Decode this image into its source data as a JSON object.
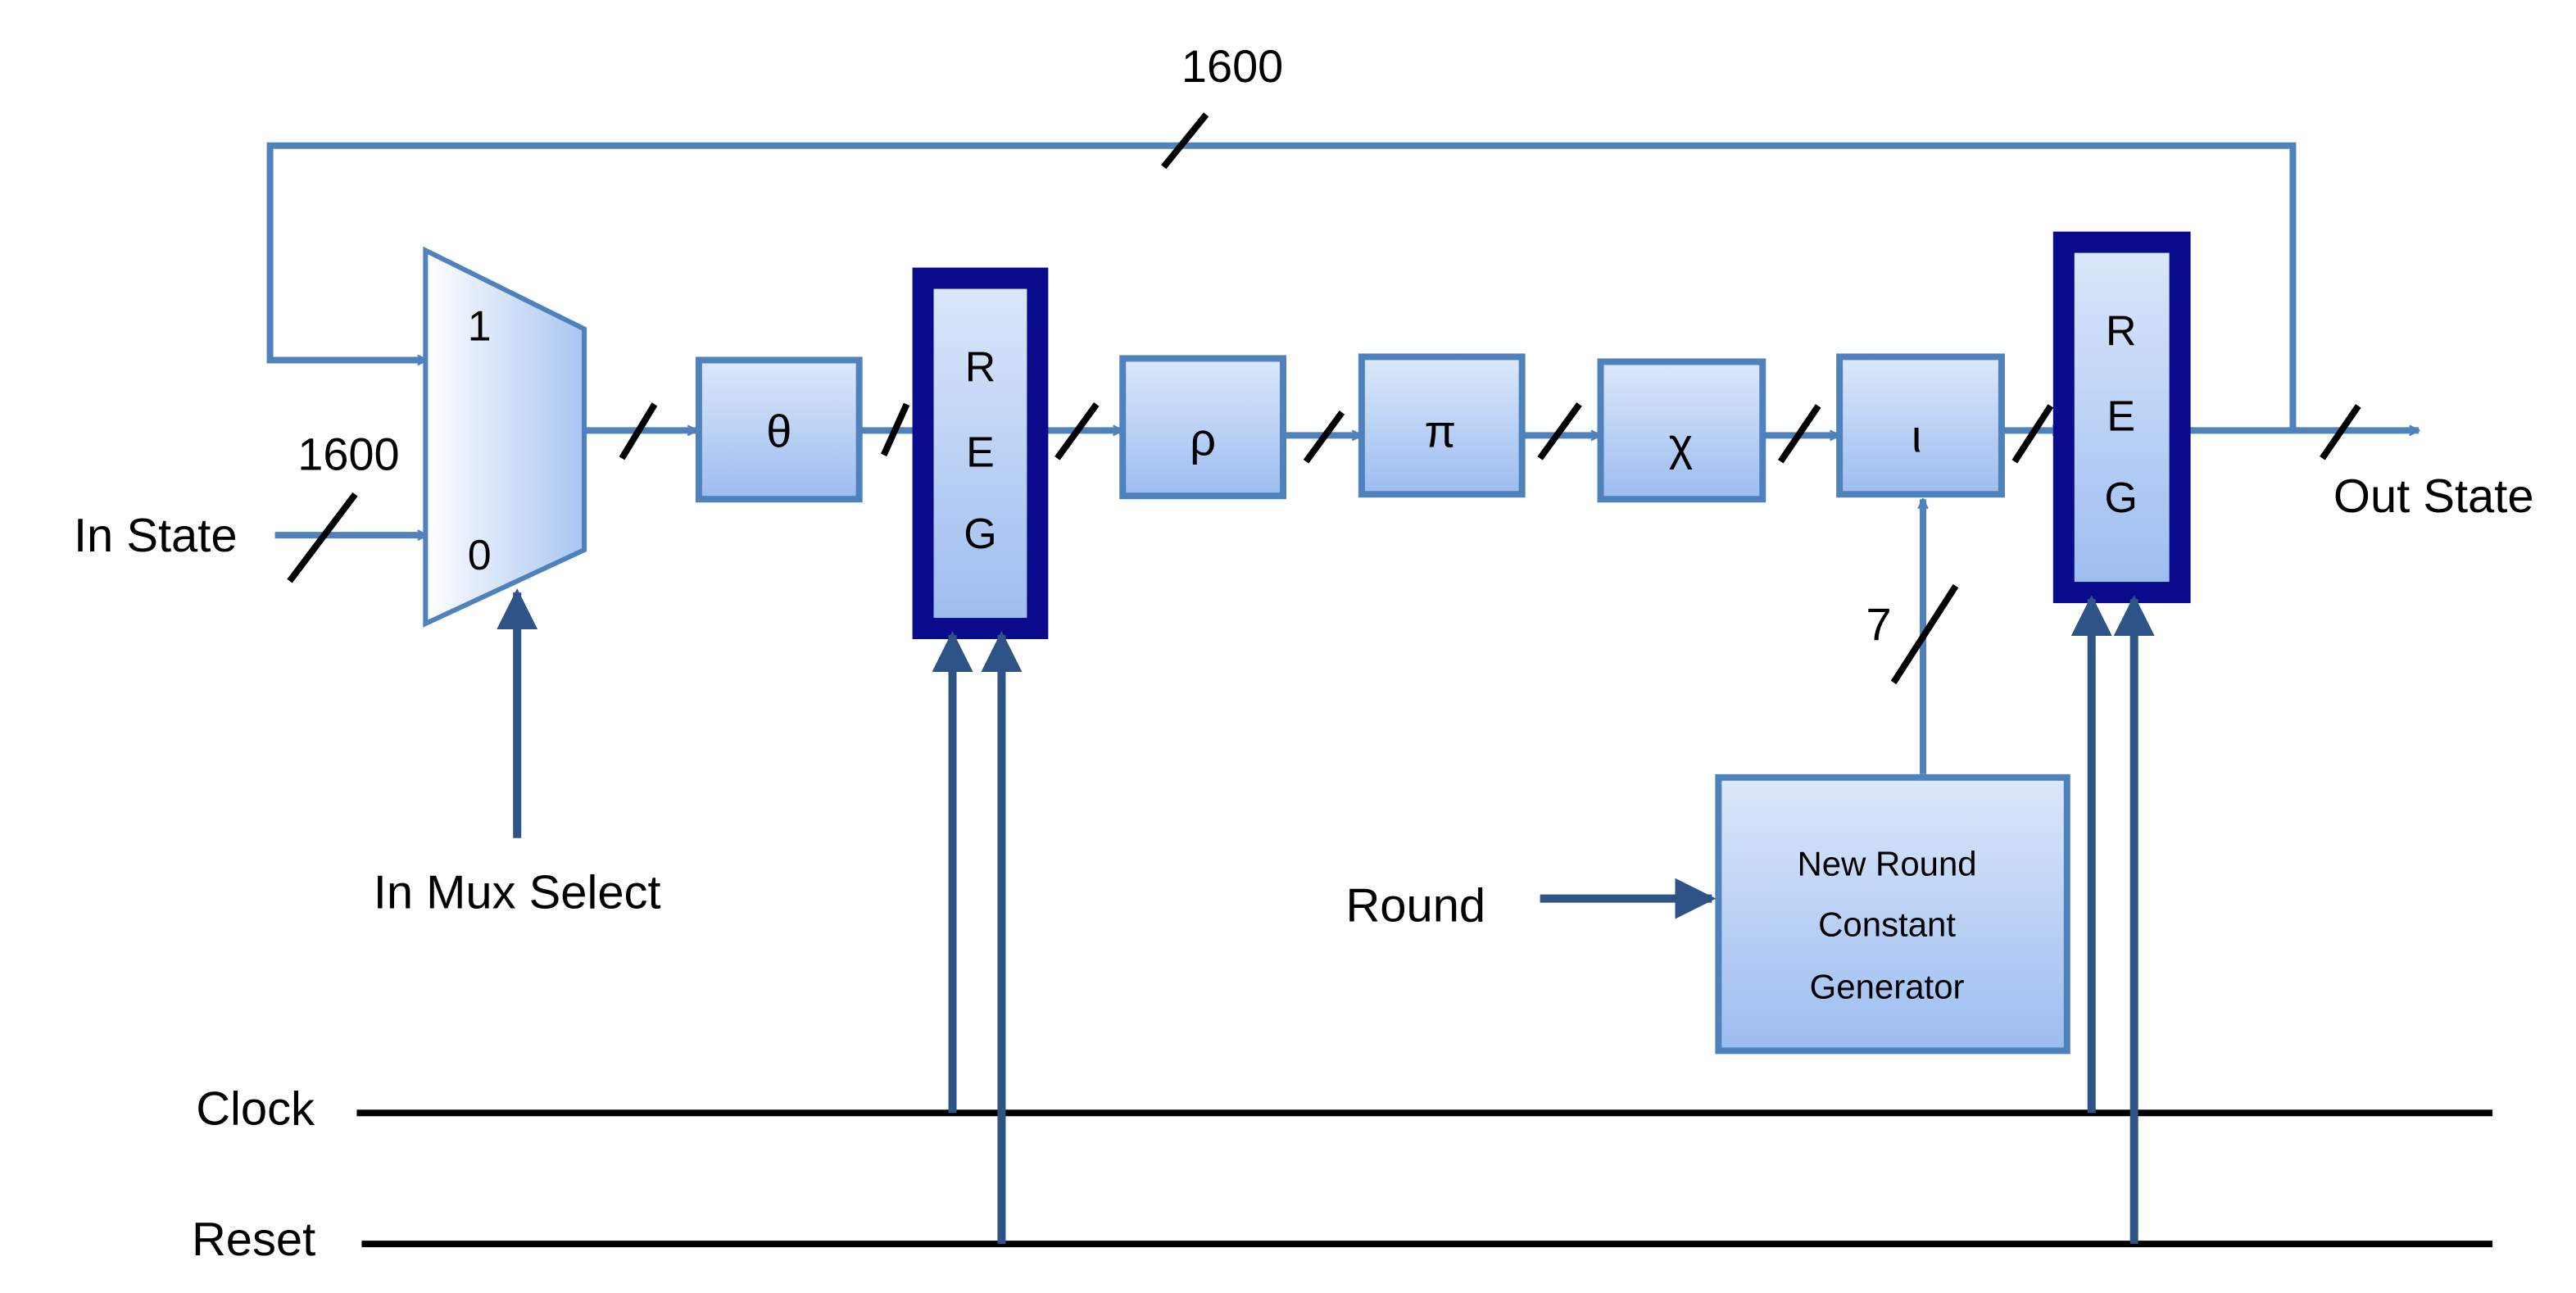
{
  "feedback_width": "1600",
  "input_width": "1600",
  "rc_width": "7",
  "mux": {
    "in1": "1",
    "in0": "0"
  },
  "blocks": {
    "theta": "θ",
    "rho": "ρ",
    "pi": "π",
    "chi": "χ",
    "iota": "ι"
  },
  "reg1": {
    "l1": "R",
    "l2": "E",
    "l3": "G"
  },
  "reg2": {
    "l1": "R",
    "l2": "E",
    "l3": "G"
  },
  "labels": {
    "in_state": "In State",
    "out_state": "Out State",
    "mux_select": "In Mux Select",
    "round": "Round",
    "clock": "Clock",
    "reset": "Reset"
  },
  "rc_generator": {
    "line1": "New Round",
    "line2": "Constant",
    "line3": "Generator"
  },
  "colors": {
    "wire": "#4f81bd",
    "control_wire": "#2e5387",
    "register_border": "#0a0a8c",
    "box_fill_top": "#dce8fa",
    "box_fill_bottom": "#9cbcf0"
  }
}
